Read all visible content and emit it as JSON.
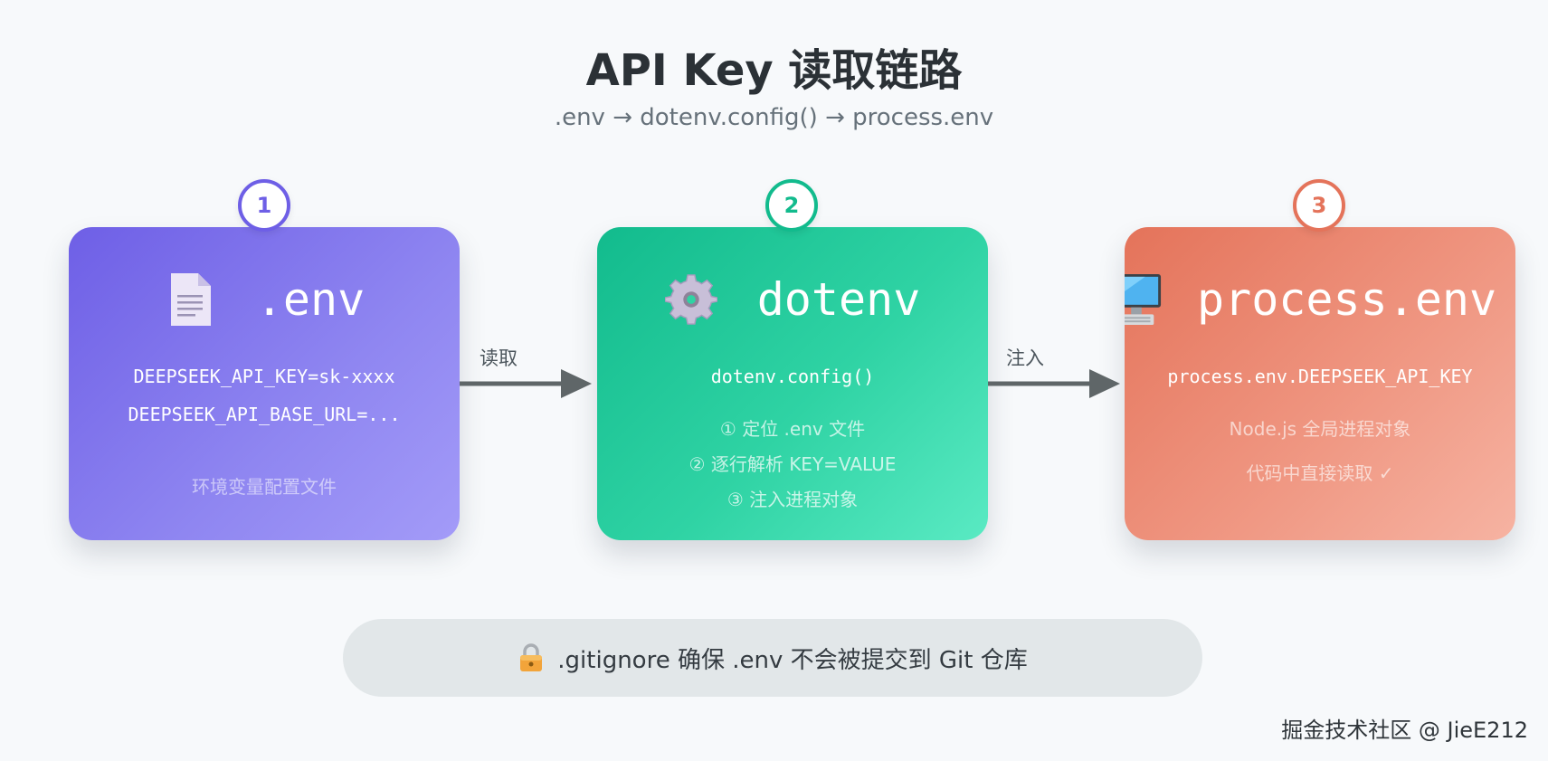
{
  "title": "API Key 读取链路",
  "subtitle": ".env → dotenv.config() → process.env",
  "colors": {
    "card1": "#6e5fe6",
    "card2": "#12bb8d",
    "card3": "#e4735a",
    "arrow": "#5f6668",
    "background": "#f7f9fb"
  },
  "steps": [
    {
      "number": "1",
      "icon": "document-icon",
      "title": ".env",
      "code_lines": [
        "DEEPSEEK_API_KEY=sk-xxxx",
        "DEEPSEEK_API_BASE_URL=..."
      ],
      "description_lines": [
        "环境变量配置文件"
      ]
    },
    {
      "number": "2",
      "icon": "gear-icon",
      "title": "dotenv",
      "code_lines": [
        "dotenv.config()"
      ],
      "description_lines": [
        "① 定位 .env 文件",
        "② 逐行解析 KEY=VALUE",
        "③ 注入进程对象"
      ]
    },
    {
      "number": "3",
      "icon": "computer-icon",
      "title": "process.env",
      "code_lines": [
        "process.env.DEEPSEEK_API_KEY"
      ],
      "description_lines": [
        "Node.js 全局进程对象",
        "代码中直接读取 ✓"
      ]
    }
  ],
  "arrows": [
    {
      "label": "读取"
    },
    {
      "label": "注入"
    }
  ],
  "note": {
    "icon": "lock-icon",
    "text": ".gitignore 确保 .env 不会被提交到 Git 仓库"
  },
  "watermark": "掘金技术社区 @ JieE212"
}
